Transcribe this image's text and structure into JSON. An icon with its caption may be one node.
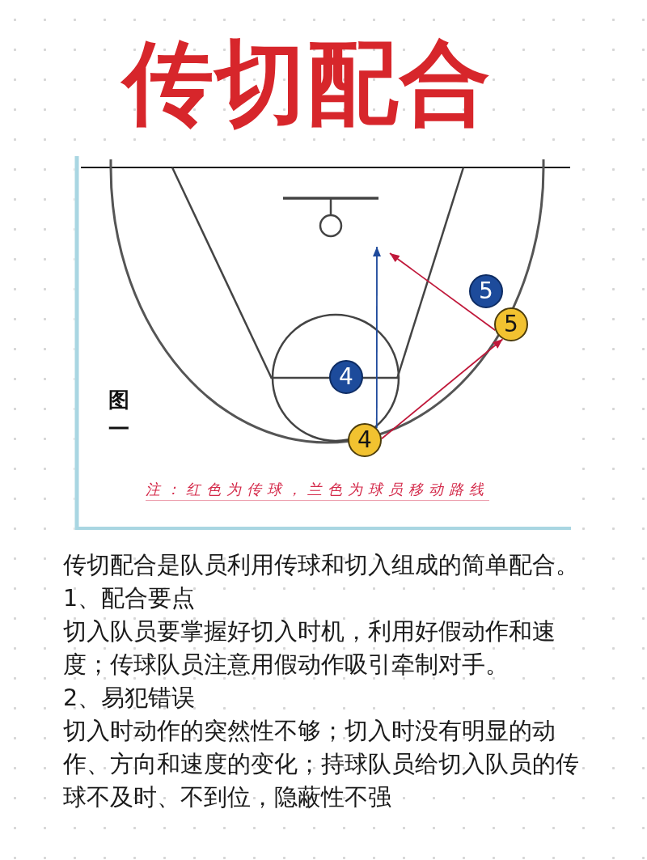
{
  "diagram": {
    "title": "传切配合",
    "nodes": [
      {
        "text": [
          "5"
        ]
      },
      {
        "text": [
          "5"
        ]
      },
      {
        "text": [
          "4"
        ]
      },
      {
        "text": [
          "4"
        ]
      }
    ],
    "edges": [
      {
        "from": 3,
        "to": null,
        "arrow": "to",
        "color": "#1f4a9c"
      },
      {
        "from": 3,
        "to": 1,
        "arrow": "to"
      },
      {
        "from": 1,
        "to": null,
        "arrow": "to"
      }
    ],
    "labels": [
      "图一",
      "注：红色为传球，兰色为球员移动路线",
      "传切配合是队员利用传球和切入组成的简单配合。",
      "1、配合要点",
      "切入队员要掌握好切入时机，利用好假动作和速度；传球队员注意用假动作吸引牵制对手。",
      "2、易犯错误",
      "切入时动作的突然性不够；切入时没有明显的动作、方向和速度的变化；持球队员给切入队员的传球不及时、不到位，隐蔽性不强"
    ]
  }
}
